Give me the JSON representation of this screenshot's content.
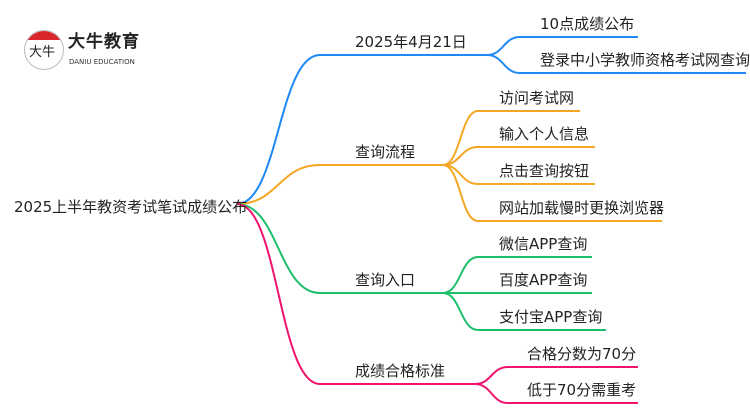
{
  "logo": {
    "name": "大牛教育",
    "subtitle": "DANIU EDUCATION",
    "glyph": "大牛"
  },
  "root": {
    "label": "2025上半年教资考试笔试成绩公布"
  },
  "branches": [
    {
      "label": "2025年4月21日",
      "color": "#1e88f5",
      "children": [
        "10点成绩公布",
        "登录中小学教师资格考试网查询"
      ]
    },
    {
      "label": "查询流程",
      "color": "#f5a623",
      "children": [
        "访问考试网",
        "输入个人信息",
        "点击查询按钮",
        "网站加载慢时更换浏览器"
      ]
    },
    {
      "label": "查询入口",
      "color": "#1dbf6a",
      "children": [
        "微信APP查询",
        "百度APP查询",
        "支付宝APP查询"
      ]
    },
    {
      "label": "成绩合格标准",
      "color": "#f0146e",
      "children": [
        "合格分数为70分",
        "低于70分需重考"
      ]
    }
  ]
}
